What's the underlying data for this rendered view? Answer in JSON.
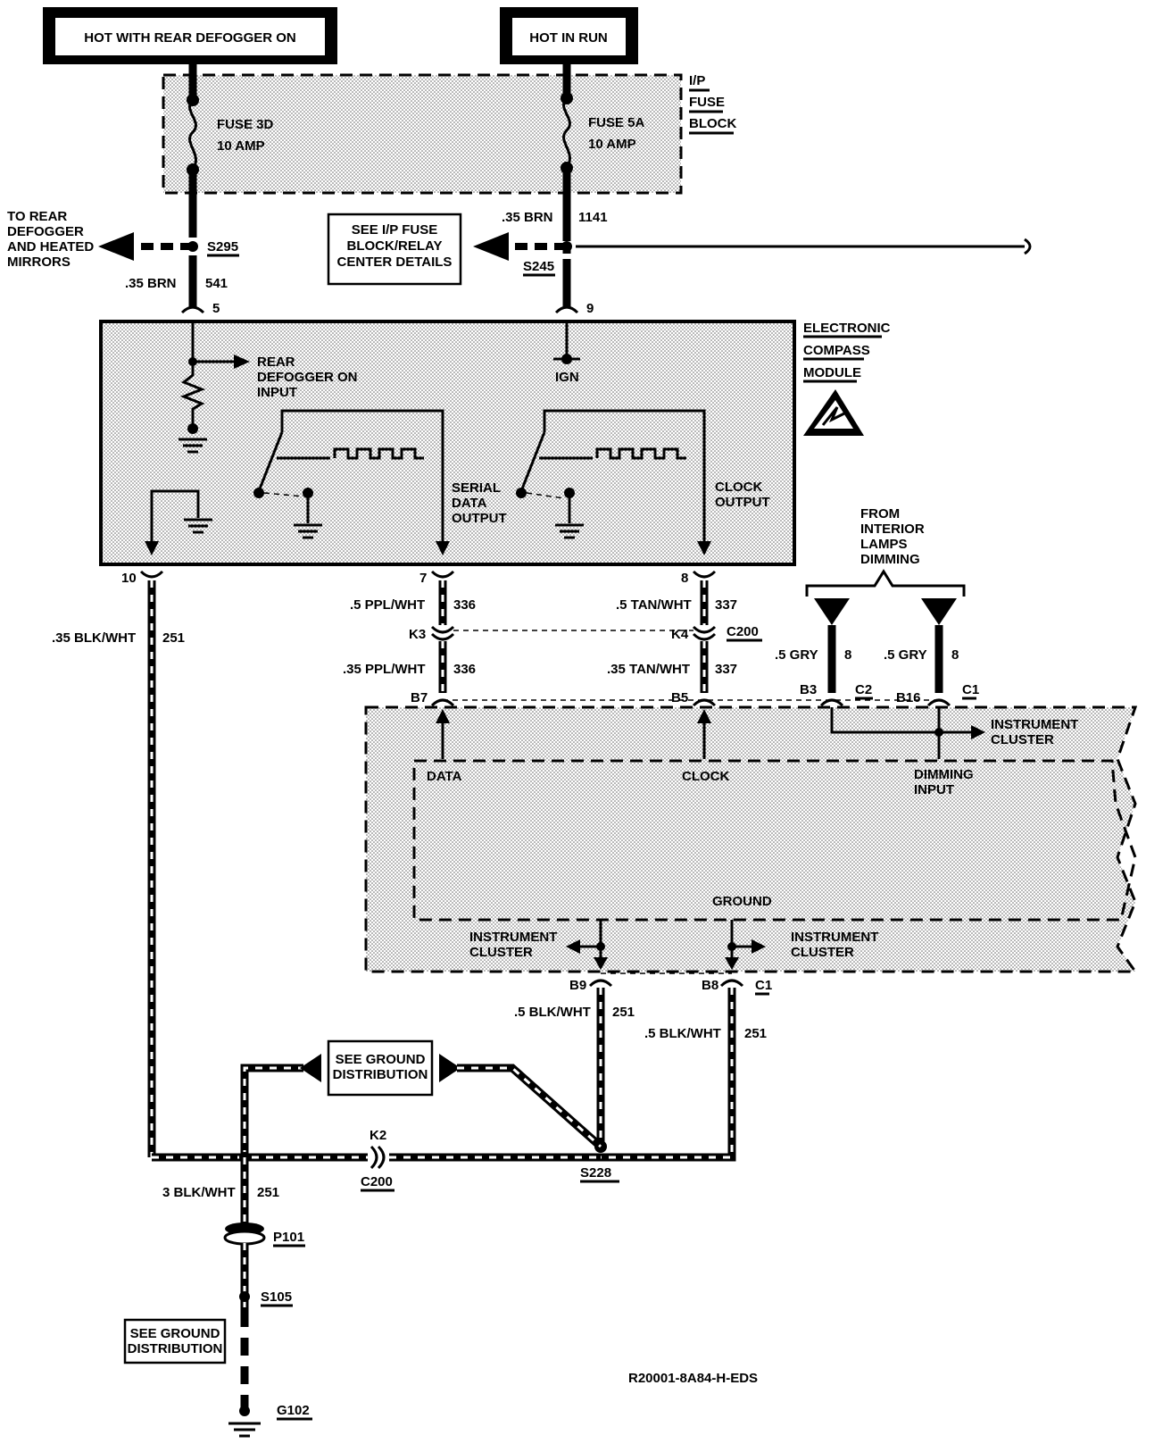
{
  "power": {
    "defogger_label": "HOT WITH REAR DEFOGGER ON",
    "run_label": "HOT IN RUN"
  },
  "fuse_block": {
    "label_lines": [
      "I/P",
      "FUSE",
      "BLOCK"
    ],
    "fuse_left_name": "FUSE 3D",
    "fuse_left_rating": "10 AMP",
    "fuse_right_name": "FUSE 5A",
    "fuse_right_rating": "10 AMP"
  },
  "left_branch": {
    "dest_lines": [
      "TO REAR",
      "DEFOGGER",
      "AND HEATED",
      "MIRRORS"
    ],
    "splice": "S295",
    "wire_color": ".35 BRN",
    "circuit": "541",
    "pin": "5"
  },
  "right_branch": {
    "see_lines": [
      "SEE I/P FUSE",
      "BLOCK/RELAY",
      "CENTER DETAILS"
    ],
    "wire_color": ".35 BRN",
    "circuit": "1141",
    "splice": "S245",
    "pin": "9"
  },
  "module": {
    "label_lines": [
      "ELECTRONIC",
      "COMPASS",
      "MODULE"
    ],
    "rear_input_lines": [
      "REAR",
      "DEFOGGER ON",
      "INPUT"
    ],
    "ign": "IGN",
    "serial_lines": [
      "SERIAL",
      "DATA",
      "OUTPUT"
    ],
    "clock_lines": [
      "CLOCK",
      "OUTPUT"
    ],
    "pin_ground": "10",
    "pin_data": "7",
    "pin_clock": "8"
  },
  "dimming_source_lines": [
    "FROM",
    "INTERIOR",
    "LAMPS",
    "DIMMING"
  ],
  "wires": {
    "ground_color": ".35 BLK/WHT",
    "ground_circuit": "251",
    "data_upper_color": ".5 PPL/WHT",
    "data_upper_circuit": "336",
    "clock_upper_color": ".5 TAN/WHT",
    "clock_upper_circuit": "337",
    "data_lower_color": ".35 PPL/WHT",
    "data_lower_circuit": "336",
    "clock_lower_color": ".35 TAN/WHT",
    "clock_lower_circuit": "337",
    "dim1_color": ".5 GRY",
    "dim1_circuit": "8",
    "dim2_color": ".5 GRY",
    "dim2_circuit": "8",
    "gnd_b9_color": ".5 BLK/WHT",
    "gnd_b9_circuit": "251",
    "gnd_b8_color": ".5 BLK/WHT",
    "gnd_b8_circuit": "251",
    "main_ground_color": "3 BLK/WHT",
    "main_ground_circuit": "251"
  },
  "connectors": {
    "k3": "K3",
    "k4": "K4",
    "c200": "C200",
    "b7": "B7",
    "b5": "B5",
    "b3": "B3",
    "c2": "C2",
    "b16": "B16",
    "c1_top": "C1",
    "b9": "B9",
    "b8": "B8",
    "c1_bottom": "C1",
    "k2": "K2",
    "c200_bottom": "C200",
    "p101": "P101"
  },
  "cluster": {
    "label_lines": [
      "INSTRUMENT",
      "CLUSTER"
    ],
    "data": "DATA",
    "clock": "CLOCK",
    "dimming_lines": [
      "DIMMING",
      "INPUT"
    ],
    "ground": "GROUND",
    "left_cluster_lines": [
      "INSTRUMENT",
      "CLUSTER"
    ],
    "right_cluster_lines": [
      "INSTRUMENT",
      "CLUSTER"
    ]
  },
  "ground": {
    "see_lines": [
      "SEE GROUND",
      "DISTRIBUTION"
    ],
    "see_bottom_lines": [
      "SEE GROUND",
      "DISTRIBUTION"
    ],
    "s228": "S228",
    "s105": "S105",
    "g102": "G102"
  },
  "drawing_number": "R20001-8A84-H-EDS"
}
